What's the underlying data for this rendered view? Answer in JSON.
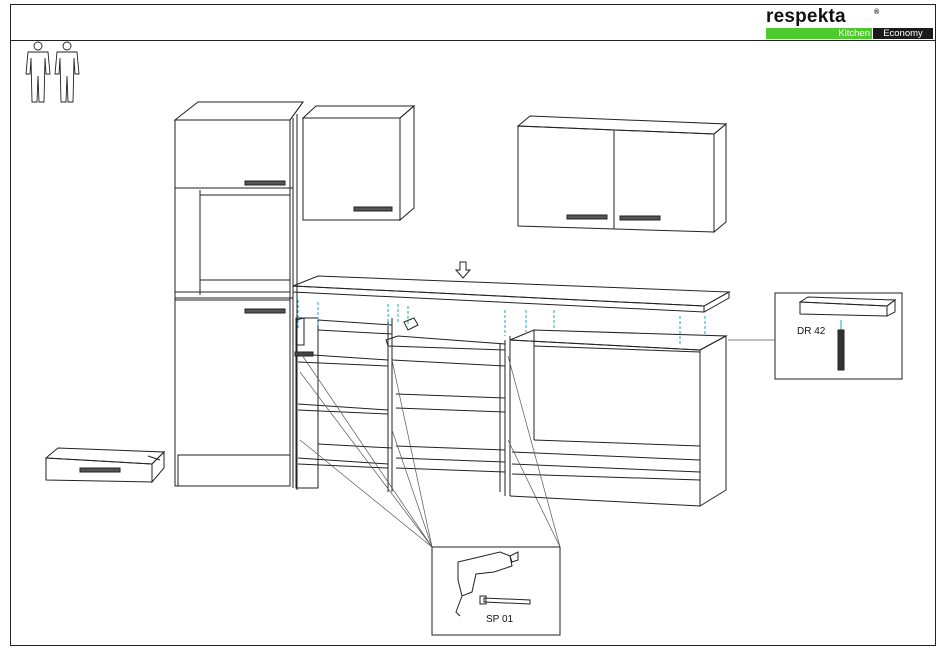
{
  "brand": {
    "name": "respekta",
    "registered_mark": "®",
    "tagline_left": "Kitchen",
    "tagline_right": "Economy",
    "colors": {
      "green": "#4ecb2c",
      "dark": "#1b1b1b"
    }
  },
  "callouts": {
    "fastener_label": "DR 42",
    "tool_label": "SP 01"
  },
  "icons": {
    "persons": "two-persons-icon",
    "drill": "drill-icon",
    "screw": "screw-icon",
    "down_arrow": "arrow-down-icon"
  },
  "colors": {
    "line": "#222222",
    "guide": "#1aa7d6"
  }
}
